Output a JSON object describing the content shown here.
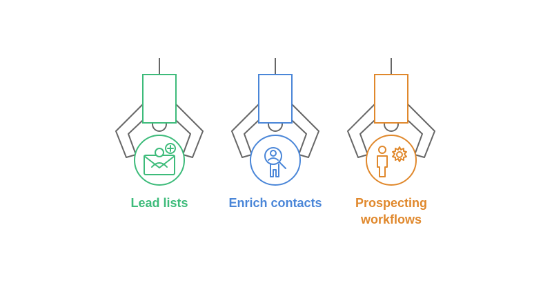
{
  "items": [
    {
      "label_lines": [
        "Lead lists"
      ],
      "color": "#3dbb7a",
      "icon": "envelope-person-add-icon"
    },
    {
      "label_lines": [
        "Enrich contacts"
      ],
      "color": "#4a86d8",
      "icon": "person-magnifier-icon"
    },
    {
      "label_lines": [
        "Prospecting",
        "workflows"
      ],
      "color": "#e0882c",
      "icon": "person-gear-icon"
    }
  ],
  "claw_color": "#666666"
}
